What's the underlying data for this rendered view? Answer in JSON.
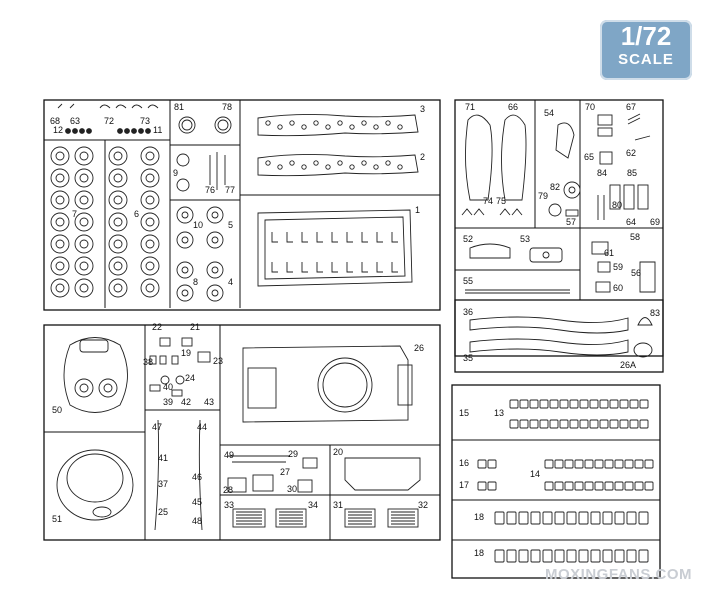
{
  "badge": {
    "ratio": "1/72",
    "word": "SCALE"
  },
  "watermark": "MOXINGFANS.COM",
  "parts": {
    "p1": "1",
    "p2": "2",
    "p3": "3",
    "p4": "4",
    "p5": "5",
    "p6": "6",
    "p7": "7",
    "p8": "8",
    "p9": "9",
    "p10": "10",
    "p11": "11",
    "p12": "12",
    "p13": "13",
    "p14": "14",
    "p15": "15",
    "p16": "16",
    "p17": "17",
    "p18a": "18",
    "p18b": "18",
    "p19": "19",
    "p20": "20",
    "p21": "21",
    "p22": "22",
    "p23": "23",
    "p24": "24",
    "p25": "25",
    "p26": "26",
    "p26A": "26A",
    "p27": "27",
    "p28": "28",
    "p29": "29",
    "p30": "30",
    "p31": "31",
    "p32": "32",
    "p33": "33",
    "p34": "34",
    "p35": "35",
    "p36": "36",
    "p37": "37",
    "p38": "38",
    "p39": "39",
    "p40": "40",
    "p41": "41",
    "p42": "42",
    "p43": "43",
    "p44": "44",
    "p45": "45",
    "p46": "46",
    "p47": "47",
    "p48": "48",
    "p49": "49",
    "p50": "50",
    "p51": "51",
    "p52": "52",
    "p53": "53",
    "p54": "54",
    "p55": "55",
    "p56": "56",
    "p57": "57",
    "p58": "58",
    "p59": "59",
    "p60": "60",
    "p61": "61",
    "p62": "62",
    "p63": "63",
    "p64": "64",
    "p65": "65",
    "p66": "66",
    "p67": "67",
    "p68": "68",
    "p69": "69",
    "p70": "70",
    "p71": "71",
    "p72": "72",
    "p73": "73",
    "p74": "74",
    "p75": "75",
    "p76": "76",
    "p77": "77",
    "p78": "78",
    "p79": "79",
    "p80": "80",
    "p81": "81",
    "p82": "82",
    "p83": "83",
    "p84": "84",
    "p85": "85"
  },
  "colors": {
    "ink": "#111111",
    "badge": "#7fa6c6",
    "watermark": "#c9cdd3"
  }
}
